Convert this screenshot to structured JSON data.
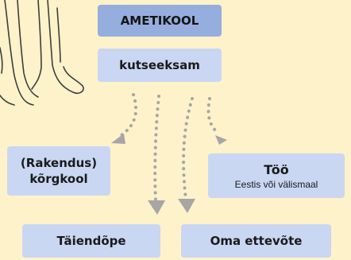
{
  "nodes": {
    "top": "AMETIKOOL",
    "exam": "kutseeksam",
    "college_line1": "(Rakendus)",
    "college_line2": "kõrgkool",
    "work_title": "Töö",
    "work_subtitle": "Eestis või välismaal",
    "further_education": "Täiendõpe",
    "own_business": "Oma ettevõte"
  },
  "colors": {
    "background": "#fdf2c9",
    "top_box": "#96aedd",
    "box": "#c9d7f2",
    "arrow": "#a6a6a6",
    "sketch_line": "#3d3d3d"
  },
  "icons": [
    "sketch-figure-legs",
    "dotted-arrow"
  ]
}
